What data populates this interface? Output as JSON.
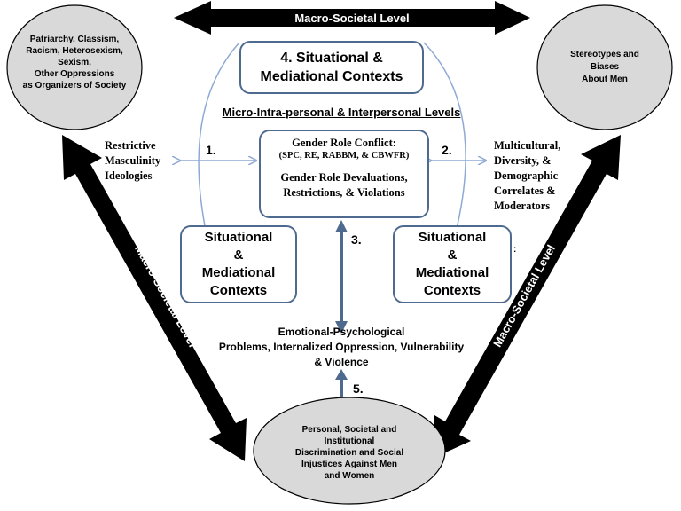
{
  "top_banner": "Macro-Societal  Level",
  "left_banner": "Macro-Societal Level",
  "right_banner": "Macro-Societal Level",
  "oval_top_left": "Patriarchy, Classism,\nRacism, Heterosexism,\nSexism,\nOther Oppressions\nas Organizers of Society",
  "oval_top_right": "Stereotypes and\nBiases\nAbout Men",
  "oval_bottom": "Personal, Societal and\nInstitutional\nDiscrimination and Social\nInjustices Against Men\nand Women",
  "box_top": "4. Situational &\nMediational Contexts",
  "micro_label": "Micro-Intra-personal  & Interpersonal  Levels",
  "center_box": {
    "title": "Gender Role Conflict:",
    "subtitle": "(SPC, RE, RABBM,  & CBWFR)",
    "body": "Gender Role Devaluations,\nRestrictions,  & Violations"
  },
  "box_left": "Situational\n&\nMediational\nContexts",
  "box_right": "Situational\n&\nMediational\nContexts",
  "left_label": "Restrictive\nMasculinity\nIdeologies",
  "right_label": "Multicultural,\nDiversity, &\nDemographic\nCorrelates  &\nModerators",
  "num1": "1.",
  "num2": "2.",
  "num3": "3.",
  "num5": "5.",
  "bottom_text": "Emotional-Psychological\nProblems, Internalized Oppression,  Vulnerability\n& Violence",
  "right_colon": ":",
  "colors": {
    "arrow": "#000000",
    "oval_fill": "#d9d9d9",
    "box_border": "#4f6a8f",
    "thin_line": "#8eaad4",
    "vertical_arrow": "#4f6a8f"
  }
}
